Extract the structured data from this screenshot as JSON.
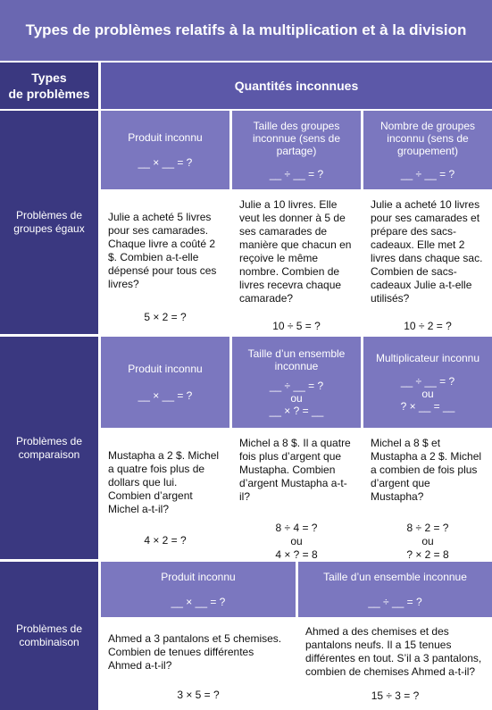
{
  "title": "Types de problèmes relatifs à la multiplication et à la division",
  "col_header_left": "Types\nde problèmes",
  "col_header_main": "Quantités inconnues",
  "groups_egaux": {
    "label": "Problèmes de groupes égaux",
    "h1_title": "Produit inconnu",
    "h1_eq": "__ × __ = ?",
    "h2_title": "Taille des groupes inconnue (sens de partage)",
    "h2_eq": "__ ÷ __ = ?",
    "h3_title": "Nombre de groupes inconnu (sens de groupement)",
    "h3_eq": "__ ÷ __ = ?",
    "b1_text": "Julie a acheté 5 livres pour ses camarades. Chaque livre a coûté 2 $. Combien a-t-elle dépensé pour tous ces livres?",
    "b1_eq": "5 × 2 = ?",
    "b2_text": "Julie a 10 livres. Elle veut les donner à 5 de ses camarades de manière que chacun en reçoive le même nombre. Combien de livres recevra chaque camarade?",
    "b2_eq": "10 ÷ 5 = ?",
    "b3_text": "Julie a acheté 10 livres pour ses camarades et prépare des sacs-cadeaux. Elle met 2 livres dans chaque sac. Combien de sacs-cadeaux Julie a-t-elle utilisés?",
    "b3_eq": "10 ÷ 2 = ?"
  },
  "comparaison": {
    "label": "Problèmes de comparaison",
    "h1_title": "Produit inconnu",
    "h1_eq": "__ × __ = ?",
    "h2_title": "Taille d’un ensemble inconnue",
    "h2_eq1": "__ ÷ __ = ?",
    "h2_ou": "ou",
    "h2_eq2": "__ × ? = __",
    "h3_title": "Multiplicateur inconnu",
    "h3_eq1": "__ ÷ __ = ?",
    "h3_ou": "ou",
    "h3_eq2": "? × __ = __",
    "b1_text": "Mustapha a 2 $. Michel a quatre fois plus de dollars que lui. Combien d’argent Michel a-t-il?",
    "b1_eq": "4 × 2 = ?",
    "b2_text": "Michel a 8 $. Il a quatre fois plus d’argent que Mustapha. Combien d’argent Mustapha a-t-il?",
    "b2_eq1": "8 ÷ 4 = ?",
    "b2_ou": "ou",
    "b2_eq2": "4 × ? = 8",
    "b3_text": "Michel a 8 $ et Mustapha a 2 $. Michel a combien de fois plus d’argent que Mustapha?",
    "b3_eq1": "8 ÷ 2 = ?",
    "b3_ou": "ou",
    "b3_eq2": "? × 2 = 8"
  },
  "combinaison": {
    "label": "Problèmes de combinaison",
    "h1_title": "Produit inconnu",
    "h1_eq": "__ × __ = ?",
    "h2_title": "Taille d’un ensemble inconnue",
    "h2_eq": "__ ÷ __ = ?",
    "b1_text": "Ahmed a 3 pantalons et 5 chemises. Combien de tenues différentes Ahmed a-t-il?",
    "b1_eq": "3 × 5 = ?",
    "b2_text": "Ahmed a des chemises et des pantalons neufs. Il a 15 tenues différentes en tout. S’il a 3 pantalons, combien de chemises Ahmed a-t-il?",
    "b2_eq": "15 ÷ 3 = ?"
  }
}
